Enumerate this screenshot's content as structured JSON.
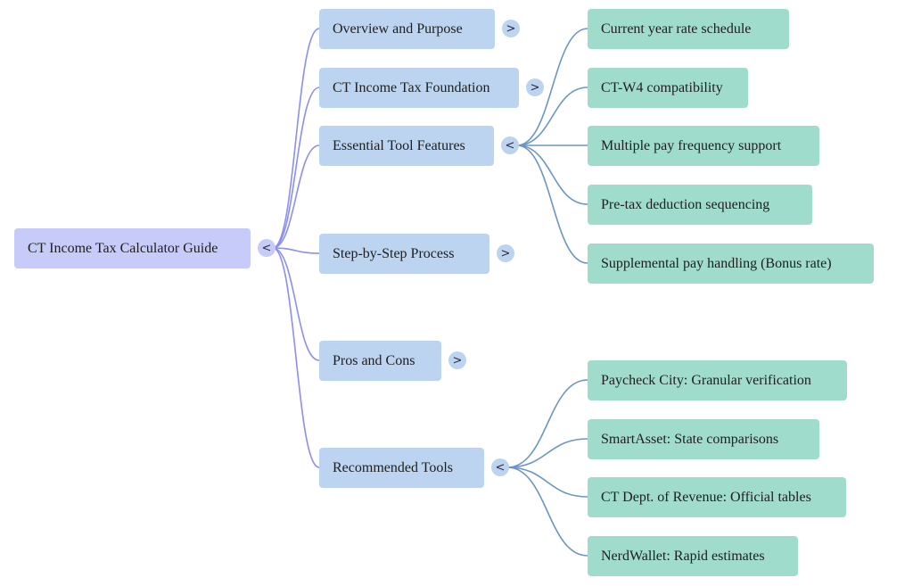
{
  "root": {
    "label": "CT Income Tax Calculator Guide",
    "toggle": "<"
  },
  "branches": [
    {
      "label": "Overview and Purpose",
      "toggle": ">"
    },
    {
      "label": "CT Income Tax Foundation",
      "toggle": ">"
    },
    {
      "label": "Essential Tool Features",
      "toggle": "<",
      "children": [
        "Current year rate schedule",
        "CT-W4 compatibility",
        "Multiple pay frequency support",
        "Pre-tax deduction sequencing",
        "Supplemental pay handling (Bonus rate)"
      ]
    },
    {
      "label": "Step-by-Step Process",
      "toggle": ">"
    },
    {
      "label": "Pros and Cons",
      "toggle": ">"
    },
    {
      "label": "Recommended Tools",
      "toggle": "<",
      "children": [
        "Paycheck City: Granular verification",
        "SmartAsset: State comparisons",
        "CT Dept. of Revenue: Official tables",
        "NerdWallet: Rapid estimates"
      ]
    }
  ],
  "colors": {
    "root_fill": "#c7cbfa",
    "branch_fill": "#bcd4ef",
    "leaf_fill": "#a0dccb",
    "root_connector": "#8a8ff0",
    "branch_connector": "#6b95c4"
  }
}
